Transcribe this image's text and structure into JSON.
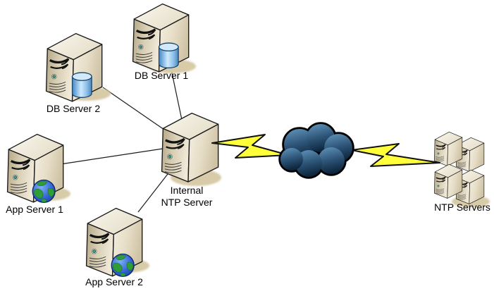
{
  "diagram": {
    "nodes": {
      "db1": {
        "label": "DB Server 1",
        "icon": "tower-server-with-database"
      },
      "db2": {
        "label": "DB Server 2",
        "icon": "tower-server-with-database"
      },
      "app1": {
        "label": "App Server 1",
        "icon": "tower-server-with-globe"
      },
      "app2": {
        "label": "App Server 2",
        "icon": "tower-server-with-globe"
      },
      "internal_ntp": {
        "label_line1": "Internal",
        "label_line2": "NTP Server",
        "icon": "tower-server"
      },
      "internet": {
        "icon": "cloud"
      },
      "ntp_servers": {
        "label": "NTP Servers",
        "icon": "server-cluster-2x2"
      }
    },
    "edges": [
      {
        "from": "DB Server 1",
        "to": "Internal NTP Server",
        "style": "line"
      },
      {
        "from": "DB Server 2",
        "to": "Internal NTP Server",
        "style": "line"
      },
      {
        "from": "App Server 1",
        "to": "Internal NTP Server",
        "style": "line"
      },
      {
        "from": "App Server 2",
        "to": "Internal NTP Server",
        "style": "line"
      },
      {
        "from": "Internal NTP Server",
        "to": "internet-cloud",
        "style": "lightning-bolt"
      },
      {
        "from": "internet-cloud",
        "to": "NTP Servers",
        "style": "lightning-bolt"
      }
    ],
    "colors": {
      "background": "#ffffff",
      "label_text": "#000000",
      "connector_line": "#1c1c1c",
      "bolt_fill": "#ffff3a",
      "bolt_outline": "#111111",
      "cloud_top": "#6397bf",
      "cloud_bottom": "#0e2740",
      "cloud_outline": "#000000",
      "tower_front": "#d9cfb5",
      "tower_side": "#e6ddc6",
      "tower_top": "#f3efe2",
      "shadow": "#d8cba8",
      "database_blue": "#9fd0f0",
      "globe_green": "#2f9e38",
      "globe_blue": "#1d44ac",
      "led_green": "#35a389"
    }
  }
}
